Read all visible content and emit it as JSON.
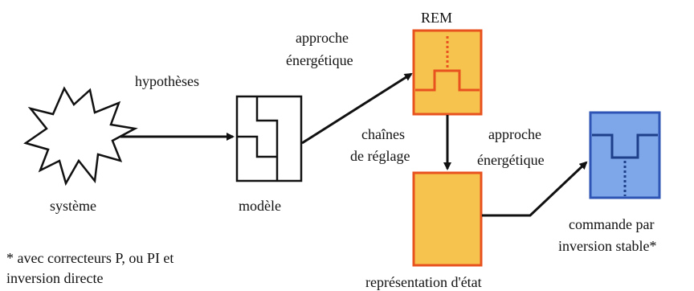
{
  "labels": {
    "systeme": "système",
    "hypotheses": "hypothèses",
    "modele": "modèle",
    "approche1_line1": "approche",
    "approche1_line2": "énergétique",
    "rem": "REM",
    "chaines_line1": "chaînes",
    "chaines_line2": "de réglage",
    "approche2_line1": "approche",
    "approche2_line2": "énergétique",
    "representation": "représentation d'état",
    "commande_line1": "commande par",
    "commande_line2": "inversion stable*"
  },
  "footnote": {
    "line1": "* avec correcteurs P, ou PI et",
    "line2": "inversion directe"
  },
  "colors": {
    "orange_fill": "#f6c34f",
    "orange_border": "#e8521e",
    "blue_fill": "#7da7e8",
    "blue_border": "#2e55b5",
    "arrow": "#111111"
  }
}
